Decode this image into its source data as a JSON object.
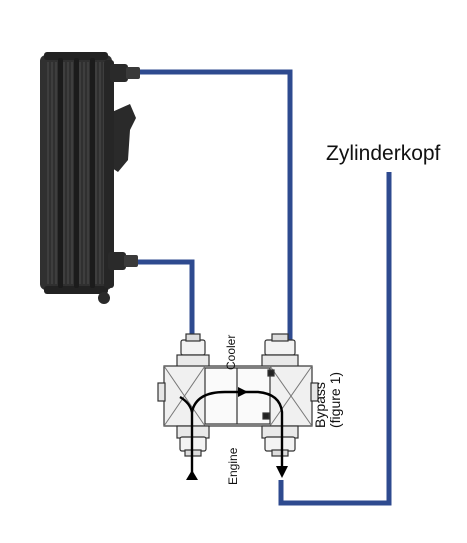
{
  "diagram": {
    "label_destination": "Zylinderkopf",
    "label_cooler": "Cooler",
    "label_engine": "Engine",
    "label_bypass": "Bypass\n(figure 1)"
  },
  "colors": {
    "hose": "#2e4a8f",
    "radiator": "#2b2b2b",
    "valve_outline": "#333333",
    "arrow": "#000000"
  },
  "icons": {
    "oil_cooler": "oil-cooler-icon",
    "thermostat_valve": "thermostat-valve-icon"
  }
}
